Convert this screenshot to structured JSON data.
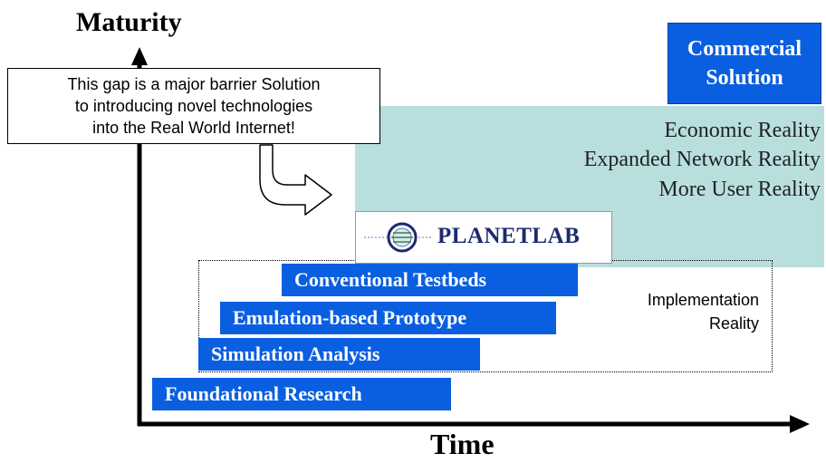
{
  "axes": {
    "y_title": "Maturity",
    "x_title": "Time"
  },
  "commercial_solution": {
    "line1": "Commercial",
    "line2": "Solution"
  },
  "realities": [
    "Economic Reality",
    "Expanded Network Reality",
    "More User Reality"
  ],
  "callout": {
    "line1": "This gap is a major barrier Solution",
    "line2": "to introducing novel technologies",
    "line3": "into the Real World Internet!"
  },
  "planetlab": {
    "label": "PLANETLAB"
  },
  "implementation": {
    "line1": "Implementation",
    "line2": "Reality"
  },
  "stages": [
    "Conventional Testbeds",
    "Emulation-based Prototype",
    "Simulation Analysis",
    "Foundational Research"
  ],
  "colors": {
    "stage_blue": "#0a5fe0",
    "teal": "#b9dede",
    "planetlab_navy": "#1c2a6e"
  }
}
